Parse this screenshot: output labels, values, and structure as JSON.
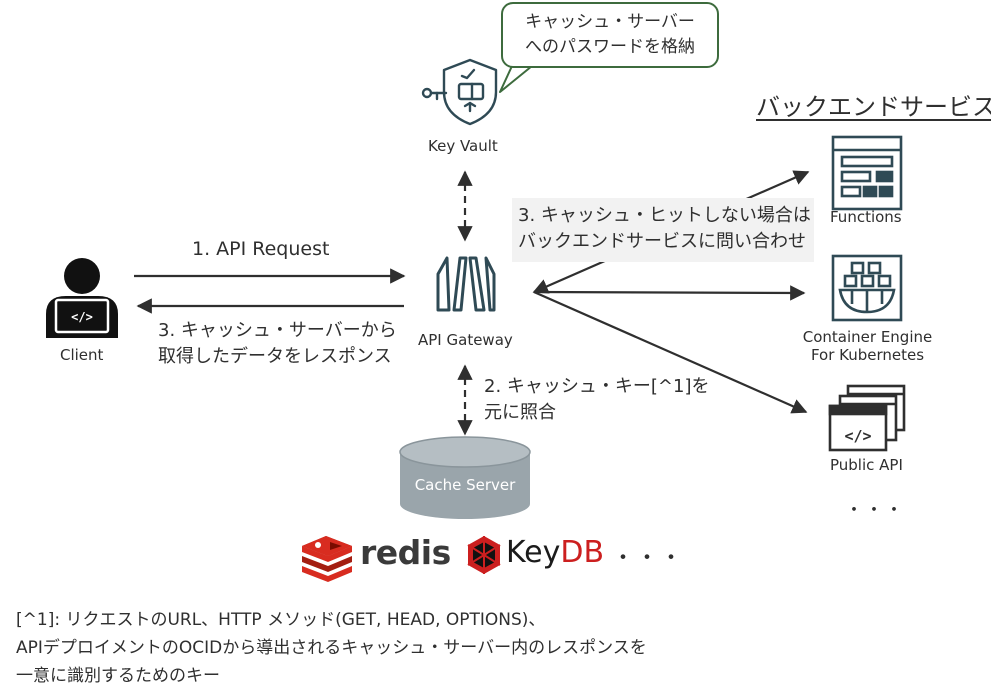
{
  "colors": {
    "icon": "#2f4a55",
    "bubble_border": "#3d6b3d",
    "cache_fill": "#9aa5ab",
    "redis_red": "#d82c20",
    "keydb_red": "#cc1f1f",
    "note_bg": "#f2f2f2"
  },
  "icons": {
    "key_vault": "shield-key-icon",
    "client": "user-laptop-icon",
    "api_gateway": "api-gateway-icon",
    "functions": "functions-icon",
    "oke": "kubernetes-icon",
    "public_api": "code-window-icon",
    "redis": "redis-logo",
    "keydb": "keydb-logo"
  },
  "bubble": {
    "line1": "キャッシュ・サーバー",
    "line2": "へのパスワードを格納"
  },
  "key_vault": {
    "label": "Key Vault"
  },
  "backend": {
    "title": "バックエンドサービス"
  },
  "functions": {
    "label": "Functions"
  },
  "oke": {
    "line1": "Container Engine",
    "line2": "For Kubernetes"
  },
  "public_api": {
    "label": "Public API"
  },
  "backend_more": "・・・",
  "client": {
    "label": "Client"
  },
  "api_gateway": {
    "label": "API Gateway"
  },
  "cache_server": {
    "label": "Cache Server"
  },
  "step1": {
    "label": "1. API Request"
  },
  "step3_return": {
    "line1": "3. キャッシュ・サーバーから",
    "line2": "取得したデータをレスポンス"
  },
  "step3_miss": {
    "line1": "3. キャッシュ・ヒットしない場合は",
    "line2": "バックエンドサービスに問い合わせ"
  },
  "step2": {
    "line1": "2. キャッシュ・キー[^1]を",
    "line2": "元に照合"
  },
  "cache_logos": {
    "redis": "redis",
    "keydb_key": "Key",
    "keydb_db": "DB",
    "more": "・・・"
  },
  "footnote": {
    "line1": "[^1]: リクエストのURL、HTTP メソッド(GET, HEAD, OPTIONS)、",
    "line2": "APIデプロイメントのOCIDから導出されるキャッシュ・サーバー内のレスポンスを",
    "line3": "一意に識別するためのキー"
  }
}
